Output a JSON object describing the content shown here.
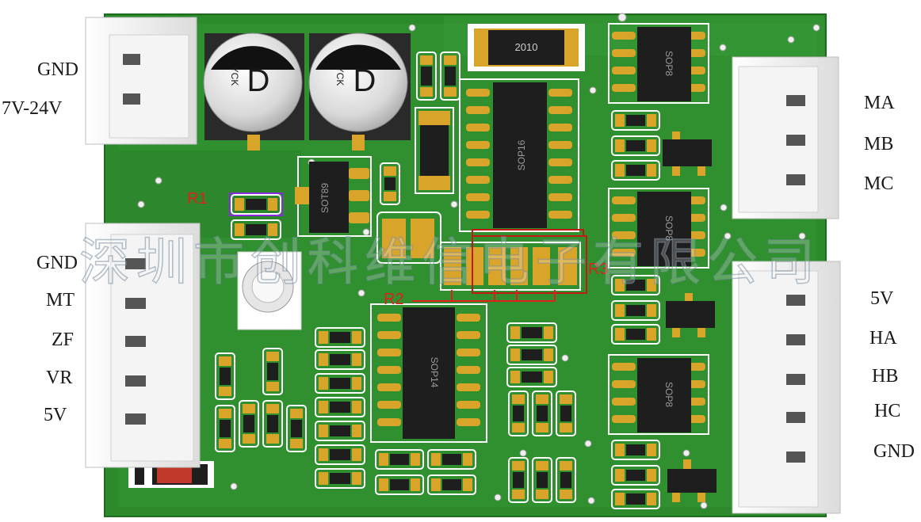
{
  "left_labels": [
    "GND",
    "7V-24V",
    "GND",
    "MT",
    "ZF",
    "VR",
    "5V"
  ],
  "right_labels": [
    "MA",
    "MB",
    "MC",
    "5V",
    "HA",
    "HB",
    "HC",
    "GND"
  ],
  "chips": {
    "sop16": "SOP16",
    "sop14": "SOP14",
    "sop8": "SOP8",
    "sot89": "SOT89",
    "resistor_2010": "2010"
  },
  "capacitors": {
    "mark": "D",
    "brand": "YCK"
  },
  "refs": {
    "r1": "R1",
    "r2": "R2",
    "r3": "R3"
  },
  "watermark": "深圳市创科维信电子有限公司",
  "colors": {
    "board": "#2e8b2e",
    "pad": "#d9a42a",
    "silk": "#ffffff",
    "ref": "#e0201a"
  }
}
